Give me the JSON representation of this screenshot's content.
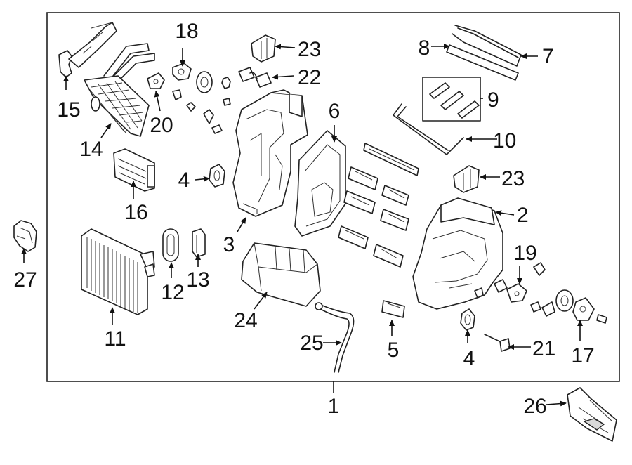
{
  "callouts": {
    "c1": "1",
    "c2": "2",
    "c3": "3",
    "c4a": "4",
    "c4b": "4",
    "c5": "5",
    "c6": "6",
    "c7": "7",
    "c8": "8",
    "c9": "9",
    "c10": "10",
    "c11": "11",
    "c12": "12",
    "c13": "13",
    "c14": "14",
    "c15": "15",
    "c16": "16",
    "c17": "17",
    "c18": "18",
    "c19": "19",
    "c20": "20",
    "c21": "21",
    "c22": "22",
    "c23a": "23",
    "c23b": "23",
    "c24": "24",
    "c25": "25",
    "c26": "26",
    "c27": "27"
  },
  "colors": {
    "line": "#222222",
    "background": "#ffffff",
    "shade": "#d9d9d9"
  }
}
